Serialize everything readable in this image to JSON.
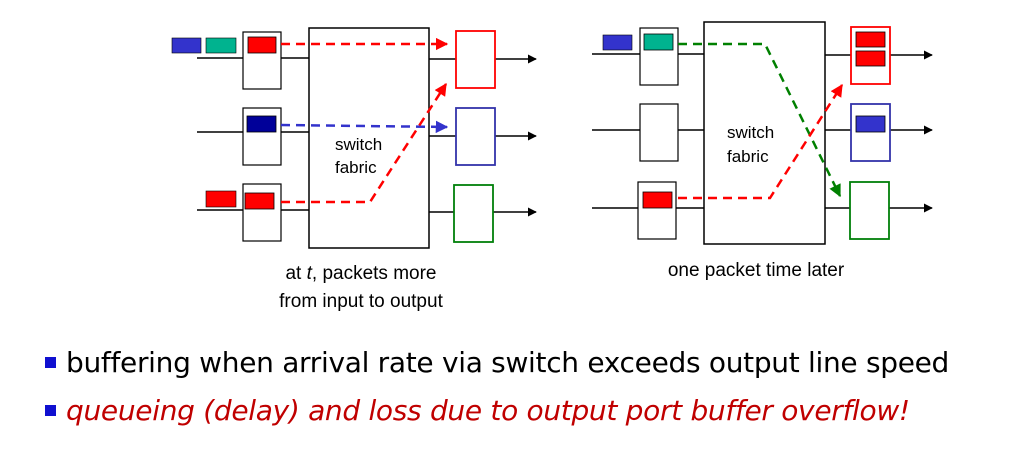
{
  "diagram": {
    "left": {
      "fabric_label_1": "switch",
      "fabric_label_2": "fabric",
      "caption_pre": "at ",
      "caption_var": "t",
      "caption_post": ", packets more",
      "caption_line2": "from input to output"
    },
    "right": {
      "fabric_label_1": "switch",
      "fabric_label_2": "fabric",
      "caption": "one packet time later"
    }
  },
  "bullets": [
    {
      "text": "buffering when arrival rate via switch exceeds output line speed",
      "color": "#000000"
    },
    {
      "text": "queueing (delay) and loss due to output port buffer overflow!",
      "color": "#c00000"
    }
  ],
  "colors": {
    "packet_red": "#ff0000",
    "packet_blue": "#3333cc",
    "packet_darkblue": "#000099",
    "packet_teal": "#00b38f",
    "port_red": "#ff0000",
    "port_blue": "#3333aa",
    "port_green": "#00800a",
    "flow_red": "#ff0000",
    "flow_blue": "#3333cc",
    "flow_green": "#008000",
    "bullet_marker": "#1010d0"
  }
}
